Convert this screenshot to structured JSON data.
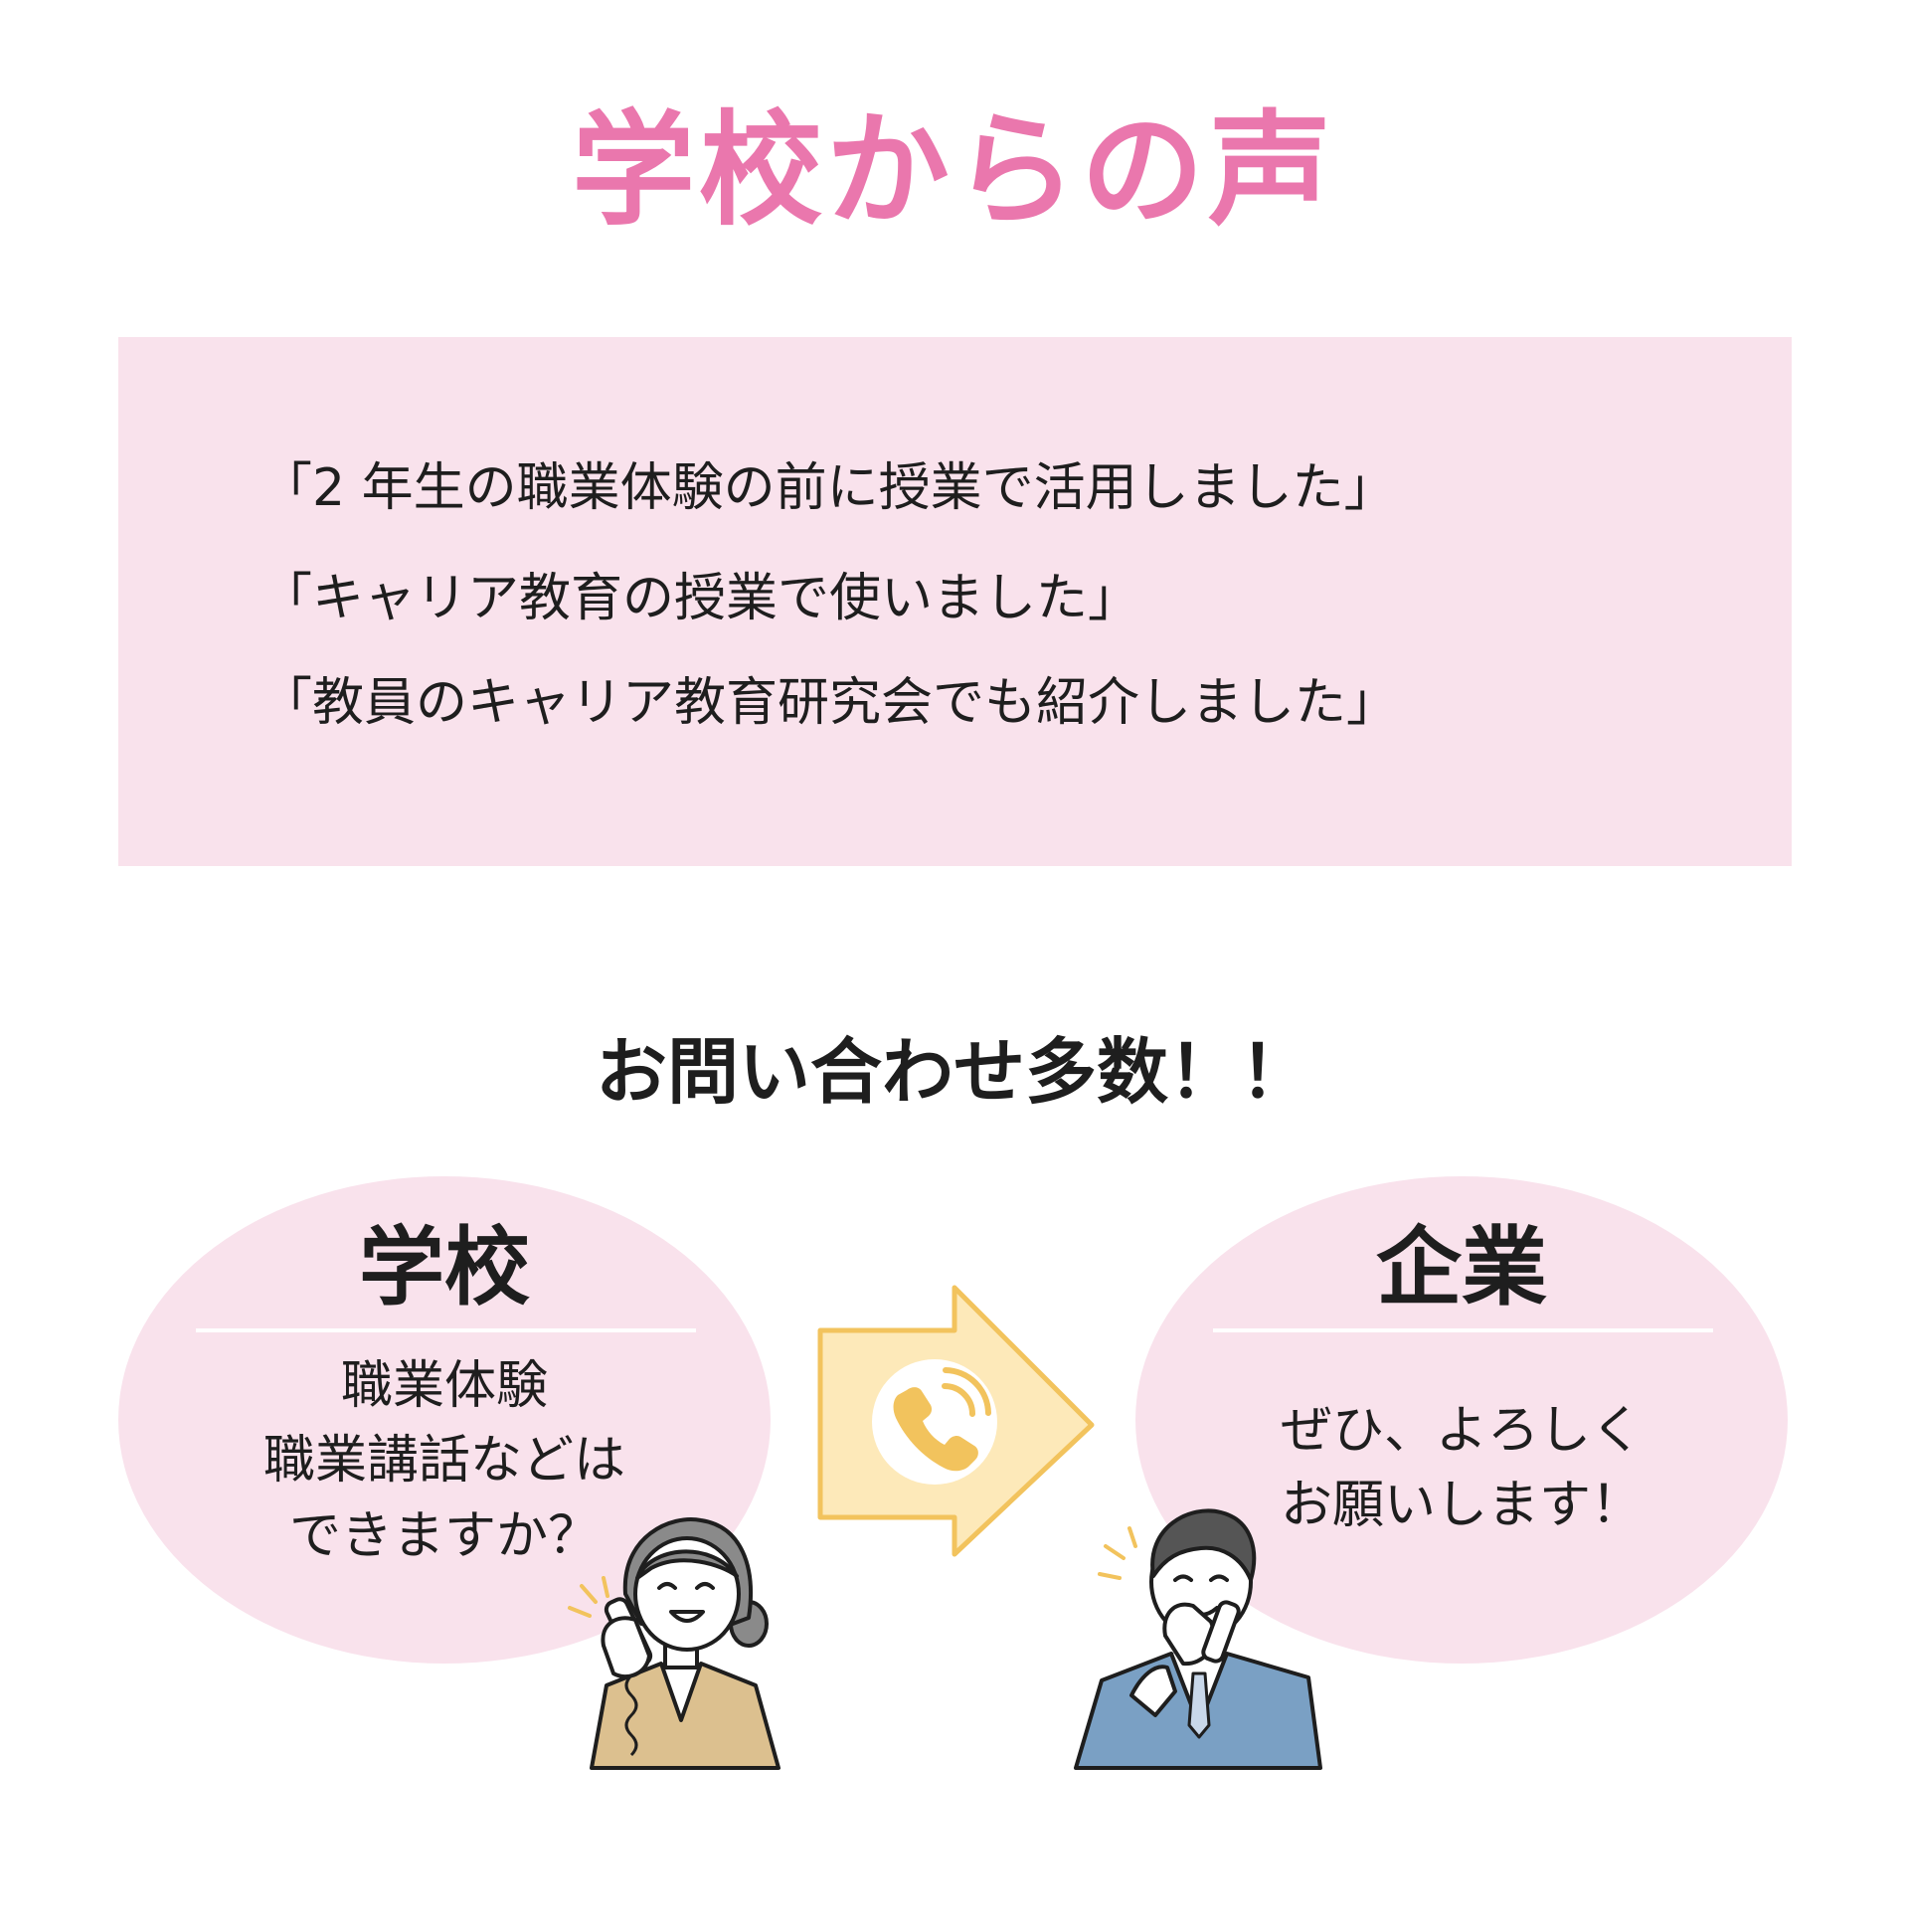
{
  "header": {
    "title": "学校からの声"
  },
  "voices": [
    "「2 年生の職業体験の前に授業で活用しました」",
    "「キャリア教育の授業で使いました」",
    "「教員のキャリア教育研究会でも紹介しました」"
  ],
  "inquiry": {
    "title": "お問い合わせ多数！！",
    "school": {
      "label": "学校",
      "lines": [
        "職業体験",
        "職業講話などは",
        "できますか？"
      ]
    },
    "company": {
      "label": "企業",
      "lines": [
        "ぜひ、よろしく",
        "お願いします！"
      ]
    }
  },
  "icons": {
    "arrow": "arrow-right-icon",
    "phone": "phone-call-icon",
    "school_person": "woman-on-phone-illustration",
    "company_person": "man-on-phone-illustration"
  },
  "colors": {
    "accent_pink": "#ea77ad",
    "panel_pink": "#f9e2ec",
    "arrow_fill": "#fde9b9",
    "arrow_stroke": "#f2c35d",
    "phone_color": "#f2c35d"
  }
}
